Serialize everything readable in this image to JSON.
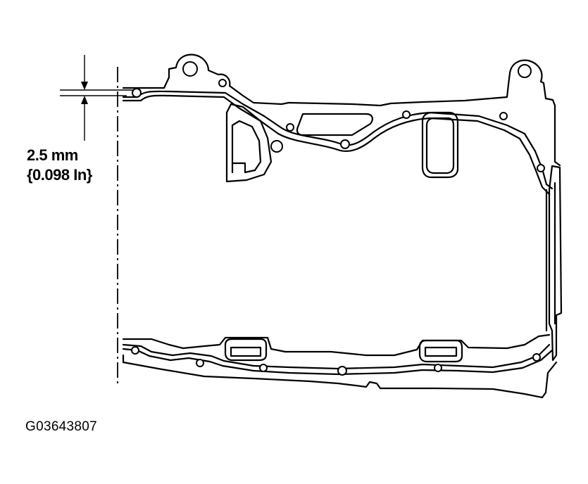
{
  "dimension": {
    "metric": "2.5 mm",
    "imperial": "{0.098 In}"
  },
  "figure_code": "G03643807"
}
